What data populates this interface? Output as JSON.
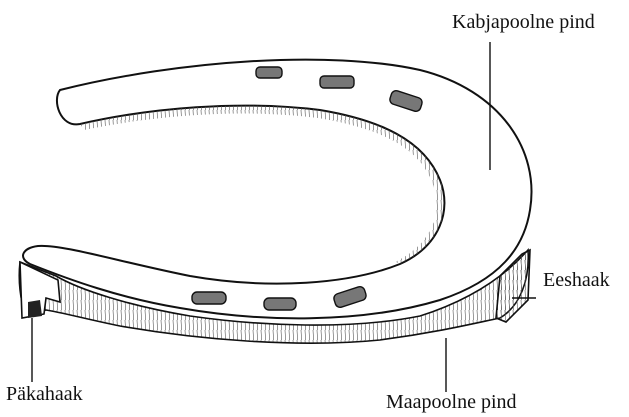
{
  "labels": {
    "hoof_surface": "Kabjapoolne pind",
    "toe_clip": "Eeshaak",
    "heel_calk": "Päkahaak",
    "ground_surface": "Maapoolne pind"
  }
}
